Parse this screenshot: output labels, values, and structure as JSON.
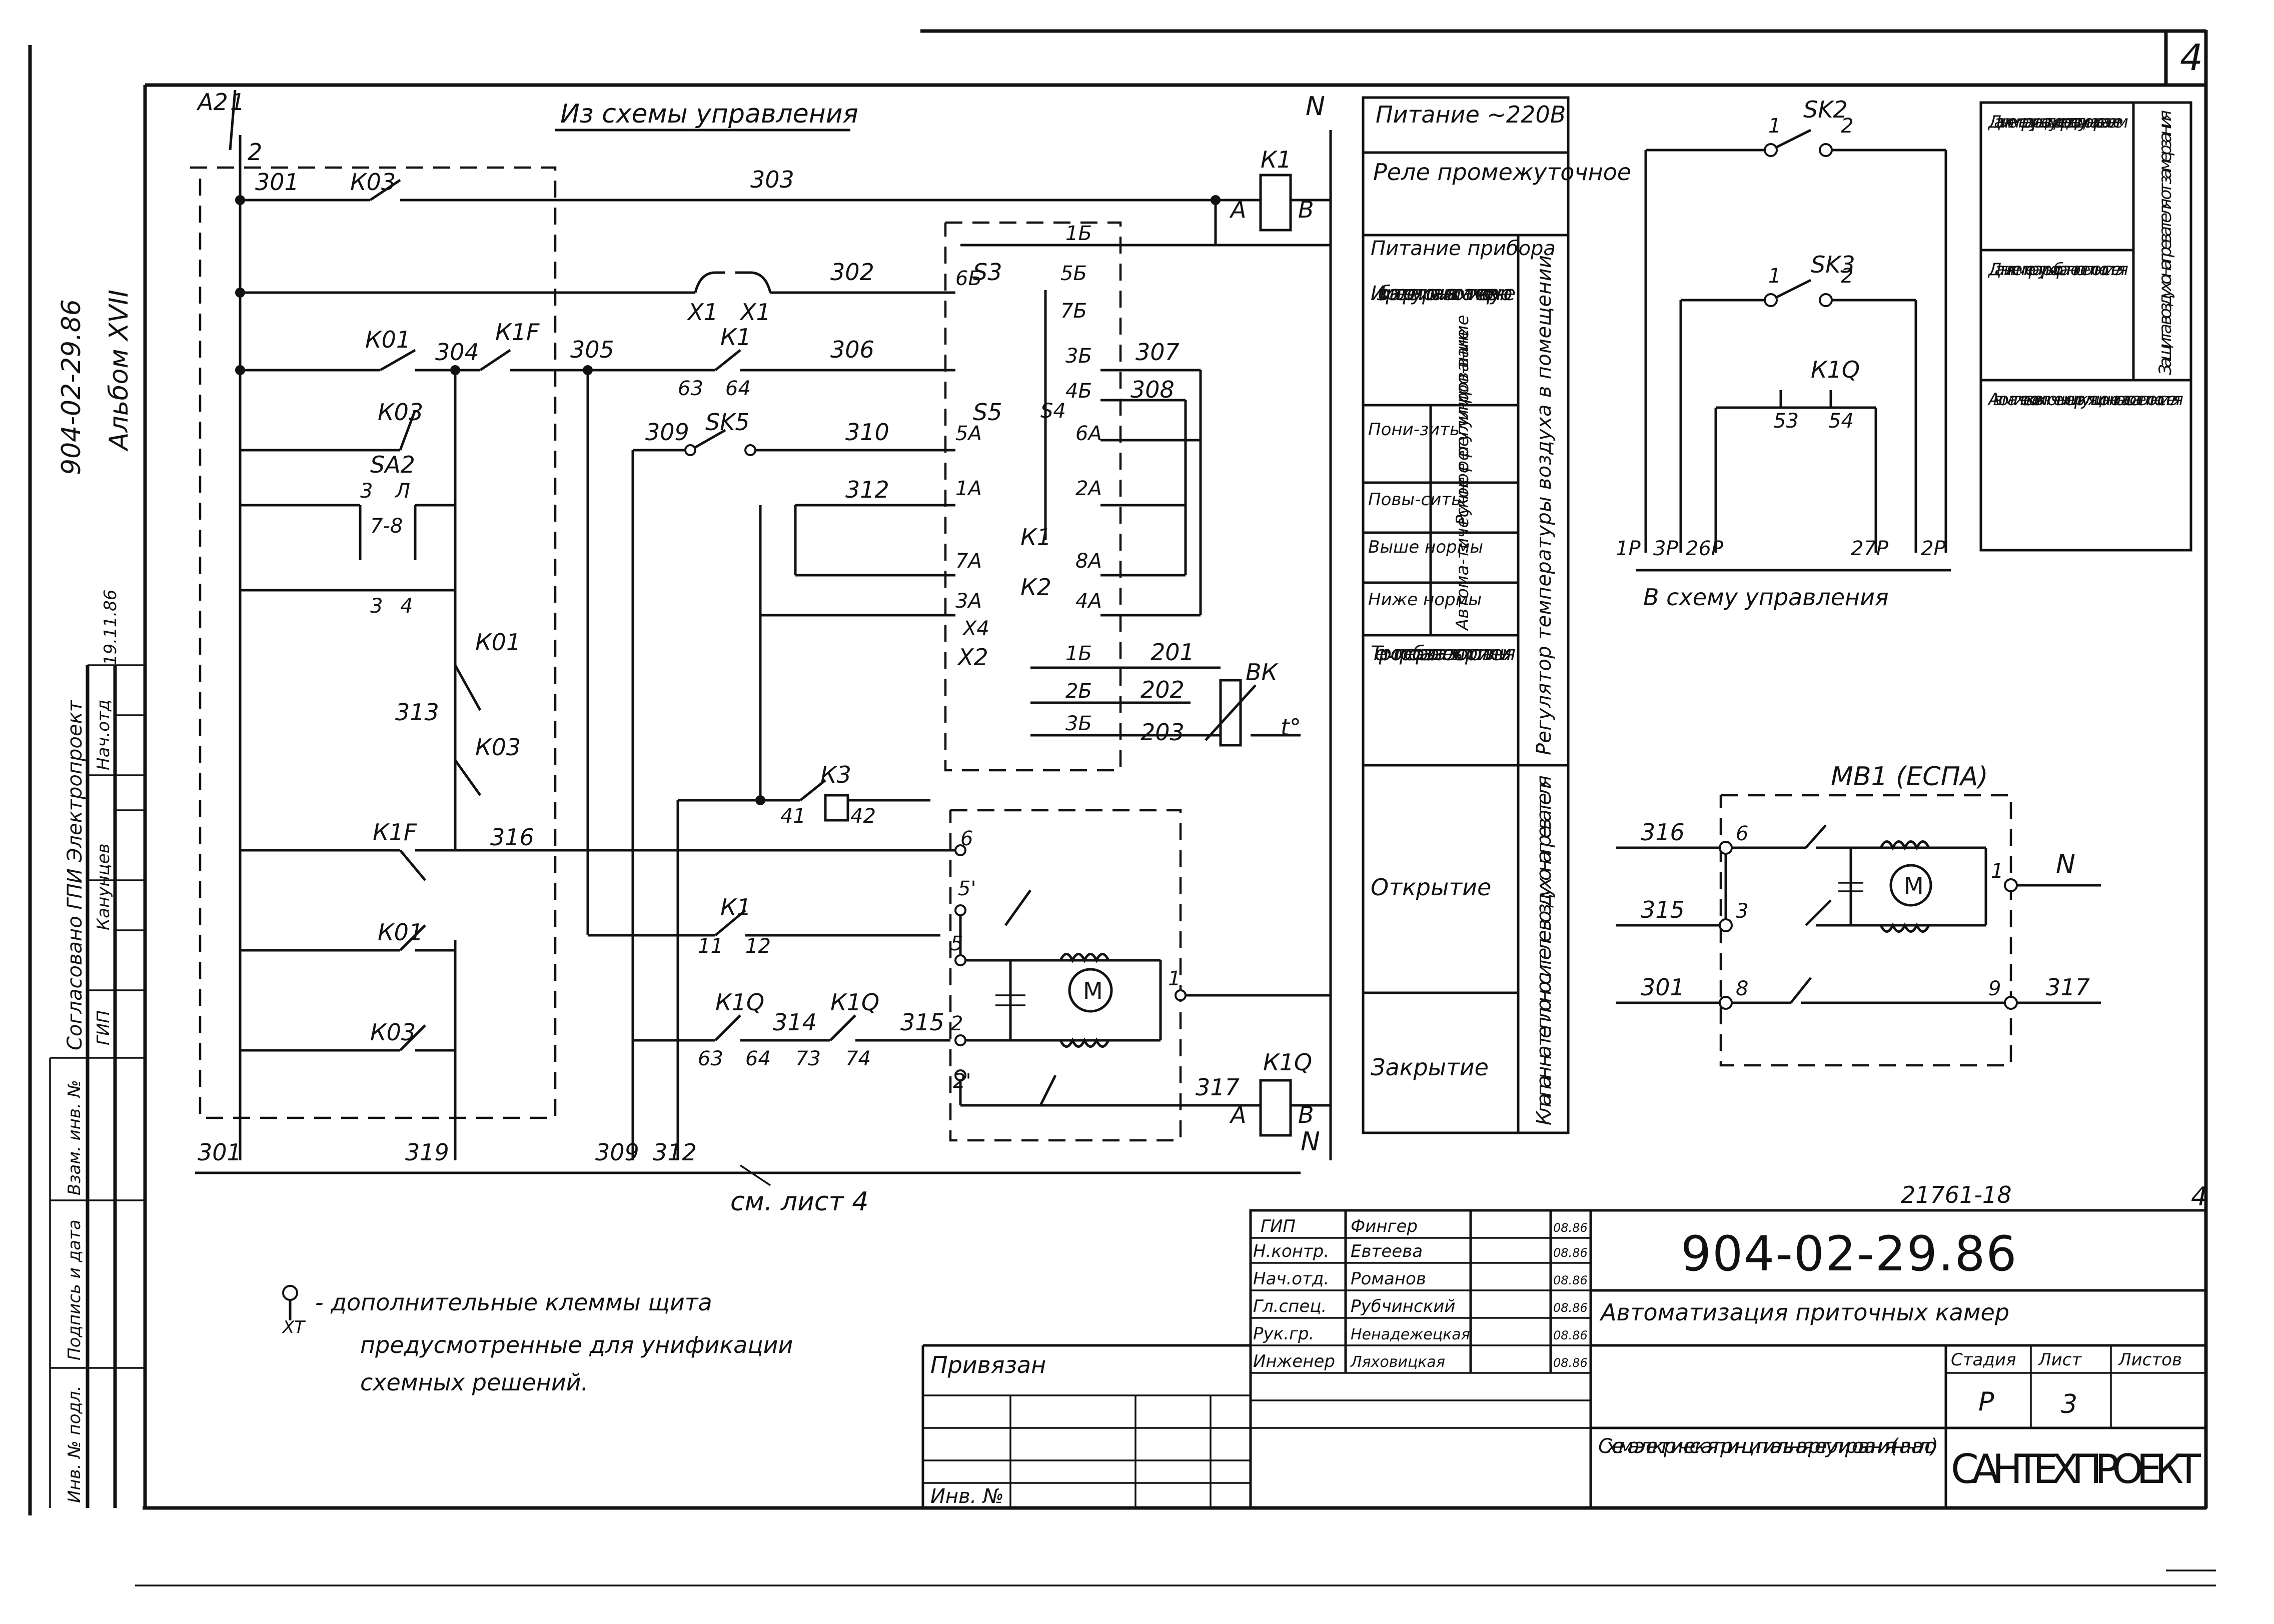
{
  "sheet_corner_number": "4",
  "left_margin": {
    "doc_code": "904-02-29.86",
    "album": "Альбом XVII",
    "signature_date": "19.11.86",
    "approval_header": "Согласовано  ГПИ Электропроект",
    "approval_name": "Канунцев",
    "approval_role": "Нач.отд",
    "approval_gip": "ГИП",
    "stamp_inv_replace": "Взам. инв. №",
    "stamp_sign_date": "Подпись и дата",
    "stamp_inv_orig": "Инв. № подл."
  },
  "schematic": {
    "top_source_label": "Из схемы управления",
    "a2_label": "А2",
    "n_label": "N",
    "bottom_ref": "см. лист 4",
    "terminals_left": [
      "2",
      "1"
    ],
    "wires": [
      "301",
      "303",
      "302",
      "305",
      "306",
      "307",
      "308",
      "309",
      "310",
      "312",
      "313",
      "304",
      "316",
      "314",
      "315",
      "317",
      "319",
      "201",
      "202",
      "203"
    ],
    "devices": [
      "К03",
      "К01",
      "К1F",
      "SA2",
      "SK5",
      "К1",
      "S3",
      "S5",
      "К2",
      "К3",
      "К1Q",
      "ВК",
      "X1",
      "X2",
      "X4",
      "A",
      "B"
    ],
    "contacts": [
      "6Б",
      "5Б",
      "7Б",
      "1Б",
      "3Б",
      "4Б",
      "2Б",
      "5А",
      "6А",
      "1А",
      "2А",
      "7А",
      "8А",
      "3А",
      "4А",
      "3",
      "Л",
      "7-8",
      "3",
      "4",
      "63",
      "64",
      "41",
      "42",
      "11",
      "12",
      "73",
      "74",
      "6",
      "5'",
      "5",
      "2",
      "2'",
      "1",
      "S4"
    ],
    "motor_label": "М",
    "temp_symbol": "t°",
    "bottom_wires": [
      "301",
      "319",
      "309",
      "312"
    ]
  },
  "legend_table": {
    "header_power": "Питание ~220В",
    "rows": [
      "Реле промежуточное",
      "Питание прибора",
      "Избиратель регулирования автоматичес-кое-ручное",
      "Пони-зить",
      "Повы-сить",
      "Выше нормы",
      "Ниже нормы",
      "Термопреоб-разователь сопротивле-ния",
      "Открытие",
      "Закрытие"
    ],
    "sub_manual": "Ручное регулиро-вание",
    "sub_auto": "Автома-тическое регули-рование",
    "vertical_regulator": "Регулятор температуры воздуха в помещении",
    "vertical_valve": "Клапан на теплоносителе воздухонагревателя"
  },
  "sensor_block": {
    "sk2": "SK2",
    "sk3": "SK3",
    "k1q": "К1Q",
    "terminals": [
      "1Р",
      "3Р",
      "26Р",
      "27Р",
      "2Р",
      "53",
      "54",
      "1",
      "2"
    ],
    "bottom_caption": "В схему управления",
    "table": [
      "Датчик температуры воздуха перед воздухонагревателем",
      "Датчик температуры обратного теплоносителя",
      "Автоматическое включение циркуляционного насоса теплоносителя"
    ],
    "vertical": "Защита воздухонагревателя от замерзания"
  },
  "mb1_block": {
    "title": "МВ1 (ЕСПА)",
    "wires": [
      "316",
      "315",
      "301",
      "317"
    ],
    "terminals": [
      "6",
      "3",
      "8",
      "1",
      "9"
    ],
    "n_label": "N",
    "motor_label": "М"
  },
  "footnote": {
    "symbol": "Q",
    "symbol_sub": "XT",
    "line1": "- дополнительные клеммы щита",
    "line2": "предусмотренные для унификации",
    "line3": "схемных решений."
  },
  "title_block": {
    "drawing_code": "21761-18",
    "sheet_no_corner": "4",
    "staff": [
      {
        "role": "ГИП",
        "name": "Фингер",
        "date": "08.86"
      },
      {
        "role": "Н.контр.",
        "name": "Евтеева",
        "date": "08.86"
      },
      {
        "role": "Нач.отд.",
        "name": "Романов",
        "date": "08.86"
      },
      {
        "role": "Гл.спец.",
        "name": "Рубчинский",
        "date": "08.86"
      },
      {
        "role": "Рук.гр.",
        "name": "Ненадежецкая",
        "date": "08.86"
      },
      {
        "role": "Инженер",
        "name": "Ляховицкая",
        "date": "08.86"
      }
    ],
    "project_number": "904-02-29.86",
    "project_title": "Автоматизация приточных камер",
    "bound_label": "Привязан",
    "inv_label": "Инв. №",
    "sheet_title": "Схема электрическая принципиальная регулирования (начало)",
    "stage_header": "Стадия",
    "sheet_header": "Лист",
    "sheets_header": "Листов",
    "stage_value": "Р",
    "sheet_value": "3",
    "organization": "САНТЕХПРОЕКТ"
  }
}
